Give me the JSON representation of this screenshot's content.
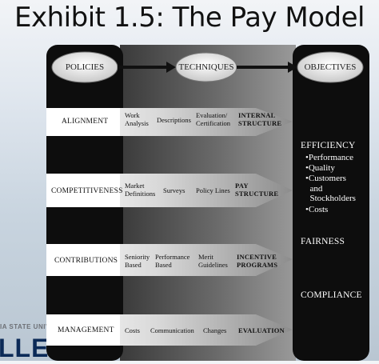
{
  "title": "Exhibit 1.5: The Pay Model",
  "headers": {
    "policies": "POLICIES",
    "techniques": "TECHNIQUES",
    "objectives": "OBJECTIVES"
  },
  "rows": [
    {
      "policy": "ALIGNMENT",
      "techniques": [
        "Work\nAnalysis",
        "Descriptions",
        "Evaluation/\nCertification"
      ],
      "outcome": "INTERNAL\nSTRUCTURE"
    },
    {
      "policy": "COMPETITIVENESS",
      "techniques": [
        "Market\nDefinitions",
        "Surveys",
        "Policy Lines"
      ],
      "outcome": "PAY\nSTRUCTURE"
    },
    {
      "policy": "CONTRIBUTIONS",
      "techniques": [
        "Seniority\nBased",
        "Performance\nBased",
        "Merit\nGuidelines"
      ],
      "outcome": "INCENTIVE\nPROGRAMS"
    },
    {
      "policy": "MANAGEMENT",
      "techniques": [
        "Costs",
        "Communication",
        "Changes"
      ],
      "outcome": "EVALUATION"
    }
  ],
  "objectives": {
    "efficiency": "EFFICIENCY",
    "efficiency_items": [
      "•Performance",
      "•Quality",
      "•Customers\n  and\n  Stockholders",
      "•Costs"
    ],
    "fairness": "FAIRNESS",
    "compliance": "COMPLIANCE"
  },
  "watermark": {
    "line1": "IA STATE UNIV",
    "line2": "LLERTC"
  },
  "colors": {
    "panel_dark": "#0d0d0d",
    "arrow_light": "#e6e6e6",
    "oval": "#e8e8e8"
  }
}
